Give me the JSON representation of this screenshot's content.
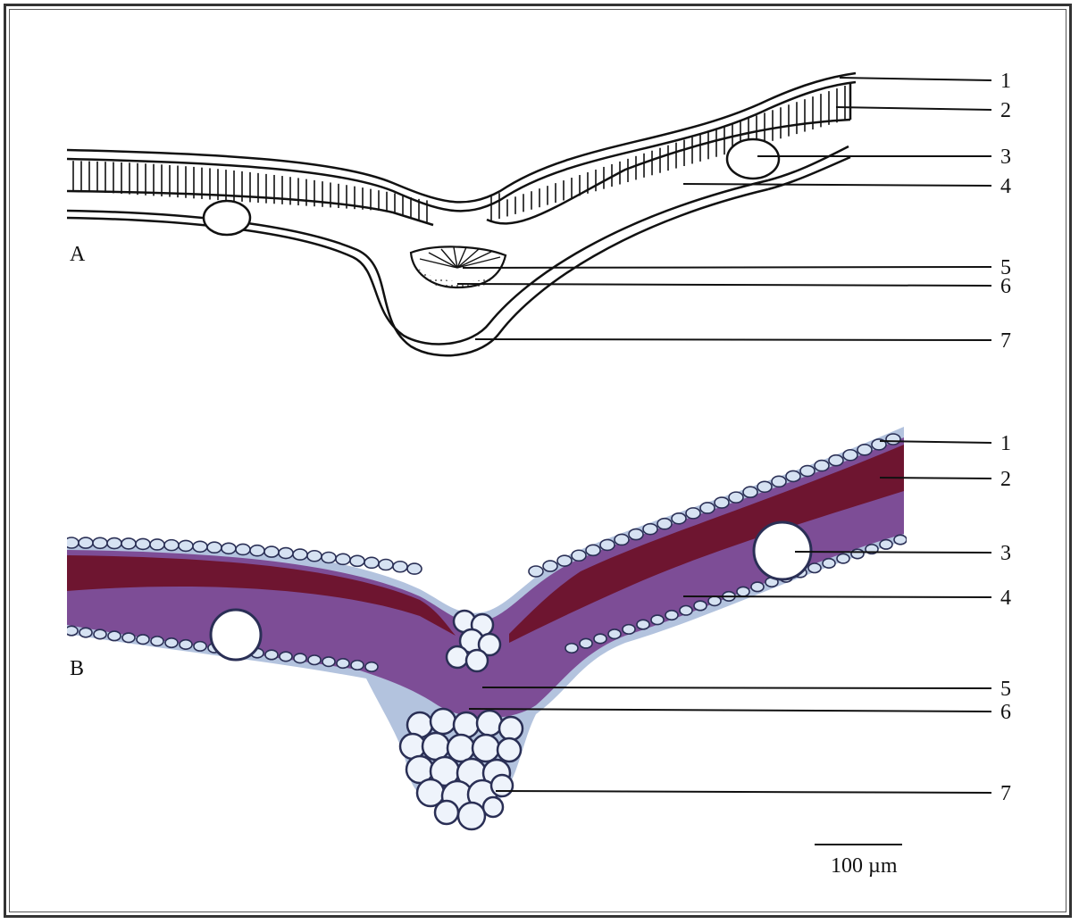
{
  "panels": {
    "a": {
      "letter": "A",
      "labels": [
        "1",
        "2",
        "3",
        "4",
        "5",
        "6",
        "7"
      ]
    },
    "b": {
      "letter": "B",
      "labels": [
        "1",
        "2",
        "3",
        "4",
        "5",
        "6",
        "7"
      ]
    }
  },
  "scale_bar": {
    "text": "100 µm"
  },
  "colors": {
    "frame": "#333333",
    "palisade": "#6e1530",
    "mesophyll": "#7d4d96",
    "epidermis": "#9fb7d8",
    "cell_wall": "#2a2f55"
  }
}
